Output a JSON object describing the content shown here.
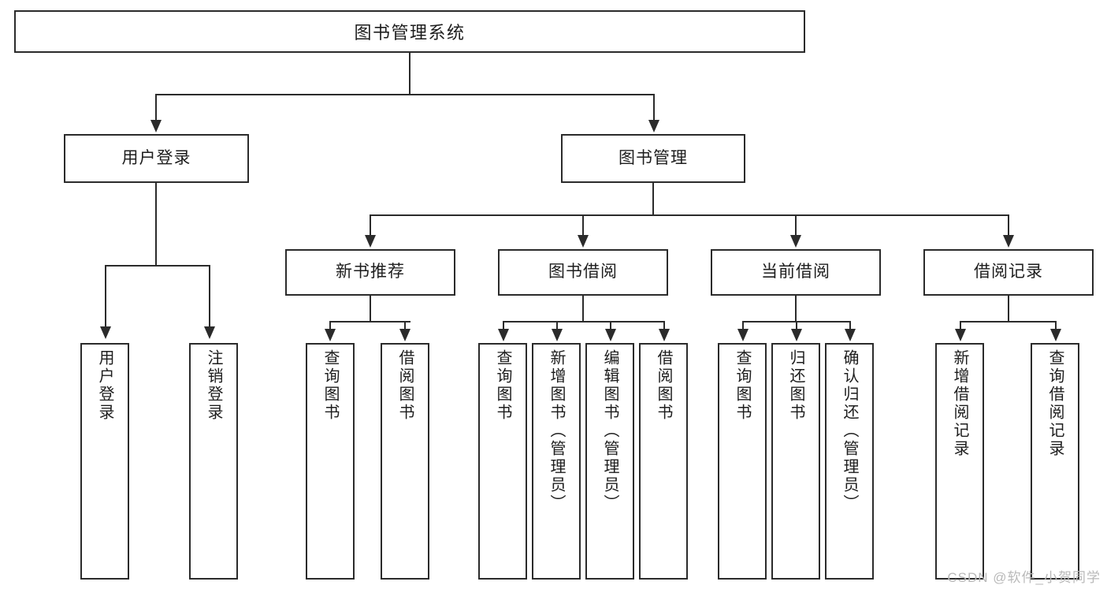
{
  "diagram": {
    "title": "图书管理系统",
    "type": "tree",
    "root": {
      "label": "图书管理系统"
    },
    "level2": [
      {
        "id": "user-login",
        "label": "用户登录"
      },
      {
        "id": "book-manage",
        "label": "图书管理"
      }
    ],
    "level3": [
      {
        "id": "new-book-recommend",
        "label": "新书推荐",
        "parent": "book-manage"
      },
      {
        "id": "book-borrow",
        "label": "图书借阅",
        "parent": "book-manage"
      },
      {
        "id": "current-borrow",
        "label": "当前借阅",
        "parent": "book-manage"
      },
      {
        "id": "borrow-record",
        "label": "借阅记录",
        "parent": "book-manage"
      }
    ],
    "leaves": [
      {
        "id": "leaf-user-login",
        "label": "用户登录",
        "parent": "user-login"
      },
      {
        "id": "leaf-logout",
        "label": "注销登录",
        "parent": "user-login"
      },
      {
        "id": "leaf-query-book-1",
        "label": "查询图书",
        "parent": "new-book-recommend"
      },
      {
        "id": "leaf-borrow-book-1",
        "label": "借阅图书",
        "parent": "new-book-recommend"
      },
      {
        "id": "leaf-query-book-2",
        "label": "查询图书",
        "parent": "book-borrow"
      },
      {
        "id": "leaf-add-book",
        "label": "新增图书（管理员）",
        "parent": "book-borrow"
      },
      {
        "id": "leaf-edit-book",
        "label": "编辑图书（管理员）",
        "parent": "book-borrow"
      },
      {
        "id": "leaf-borrow-book-2",
        "label": "借阅图书",
        "parent": "book-borrow"
      },
      {
        "id": "leaf-query-book-3",
        "label": "查询图书",
        "parent": "current-borrow"
      },
      {
        "id": "leaf-return-book",
        "label": "归还图书",
        "parent": "current-borrow"
      },
      {
        "id": "leaf-confirm-return",
        "label": "确认归还（管理员）",
        "parent": "current-borrow"
      },
      {
        "id": "leaf-add-record",
        "label": "新增借阅记录",
        "parent": "borrow-record"
      },
      {
        "id": "leaf-query-record",
        "label": "查询借阅记录",
        "parent": "borrow-record"
      }
    ],
    "colors": {
      "border": "#2b2b2b",
      "background": "#ffffff",
      "text": "#1d1d1d",
      "watermark": "#b9b9b9"
    }
  },
  "watermark": {
    "text": "CSDN @软件_小贺同学"
  }
}
